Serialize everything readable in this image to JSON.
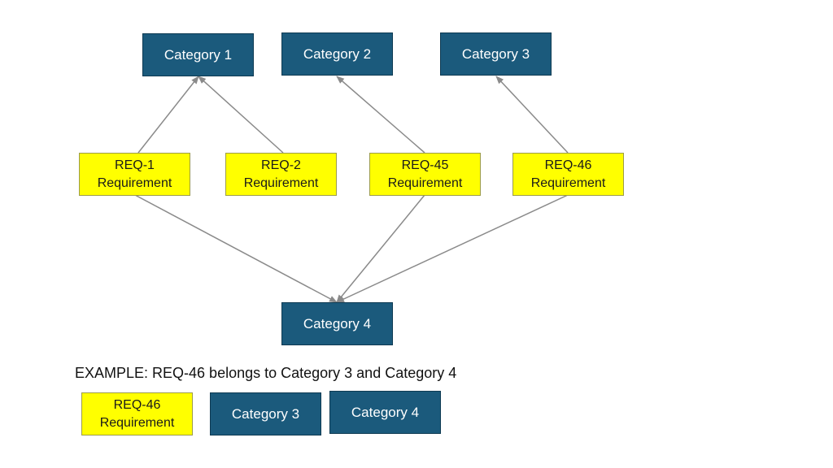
{
  "categories": {
    "cat1": {
      "label": "Category 1"
    },
    "cat2": {
      "label": "Category 2"
    },
    "cat3": {
      "label": "Category 3"
    },
    "cat4": {
      "label": "Category 4"
    }
  },
  "requirements": {
    "req1": {
      "id": "REQ-1",
      "label": "Requirement"
    },
    "req2": {
      "id": "REQ-2",
      "label": "Requirement"
    },
    "req45": {
      "id": "REQ-45",
      "label": "Requirement"
    },
    "req46": {
      "id": "REQ-46",
      "label": "Requirement"
    }
  },
  "links": [
    {
      "from": "REQ-1",
      "to": "Category 1"
    },
    {
      "from": "REQ-2",
      "to": "Category 1"
    },
    {
      "from": "REQ-45",
      "to": "Category 2"
    },
    {
      "from": "REQ-46",
      "to": "Category 3"
    },
    {
      "from": "REQ-1",
      "to": "Category 4"
    },
    {
      "from": "REQ-45",
      "to": "Category 4"
    },
    {
      "from": "REQ-46",
      "to": "Category 4"
    }
  ],
  "example": {
    "text": "EXAMPLE:  REQ-46 belongs to Category 3 and Category 4",
    "req": {
      "id": "REQ-46",
      "label": "Requirement"
    },
    "cat_a": "Category 3",
    "cat_b": "Category 4"
  },
  "colors": {
    "category_fill": "#1b5a7c",
    "requirement_fill": "#ffff00",
    "connector": "#8a8a8a"
  }
}
